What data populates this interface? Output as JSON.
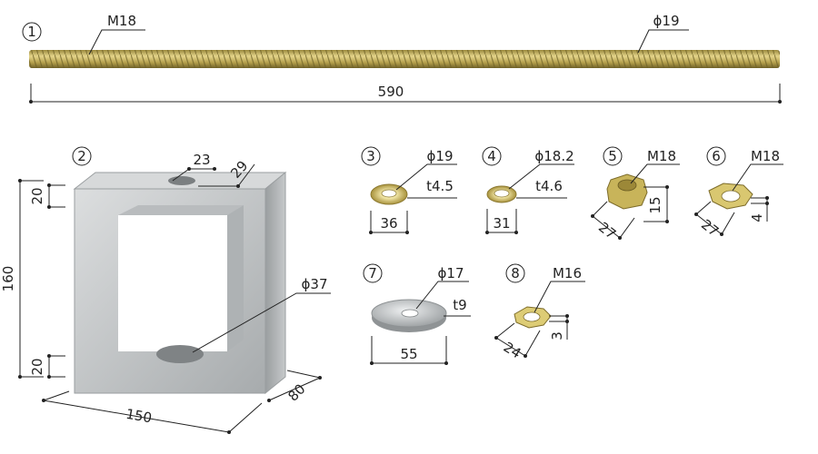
{
  "parts": {
    "p1": {
      "number": "1",
      "thread_label": "M18",
      "diameter_label": "ϕ19",
      "length_label": "590"
    },
    "p2": {
      "number": "2",
      "top_w": "23",
      "top_d": "29",
      "upper_h": "20",
      "total_h": "160",
      "lower_h": "20",
      "hole": "ϕ37",
      "width": "150",
      "depth": "80"
    },
    "p3": {
      "number": "3",
      "diameter": "ϕ19",
      "thickness": "t4.5",
      "width": "36"
    },
    "p4": {
      "number": "4",
      "diameter": "ϕ18.2",
      "thickness": "t4.6",
      "width": "31"
    },
    "p5": {
      "number": "5",
      "thread": "M18",
      "width": "27",
      "height": "15"
    },
    "p6": {
      "number": "6",
      "thread": "M18",
      "width": "27",
      "height": "4"
    },
    "p7": {
      "number": "7",
      "diameter": "ϕ17",
      "thickness": "t9",
      "width": "55"
    },
    "p8": {
      "number": "8",
      "thread": "M16",
      "width": "24",
      "height": "3"
    }
  },
  "colors": {
    "rod": "#c9b25a",
    "rod_dark": "#8d7a32",
    "zinc": "#c4c7c8",
    "zinc_dark": "#8e9294",
    "brass": "#d8c46a"
  }
}
